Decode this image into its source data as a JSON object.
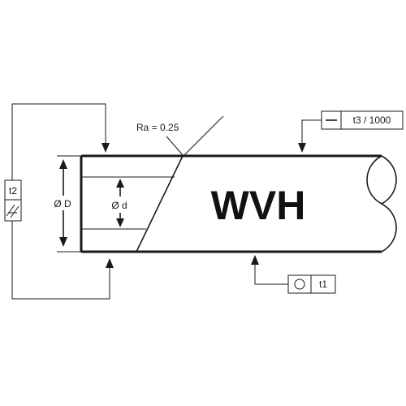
{
  "labels": {
    "roughness": "Ra = 0.25",
    "outer_diameter": "Ø D",
    "inner_diameter": "Ø d",
    "brand": "WVH",
    "straightness_tolerance": "t3 / 1000",
    "roundness_tolerance": "t1",
    "parallelism_tolerance": "t2"
  },
  "colors": {
    "ink": "#1a1a1a",
    "background": "#ffffff"
  },
  "icons": {
    "straightness": "straightness-symbol-icon",
    "roundness": "circularity-symbol-icon",
    "parallelism": "cylindricity-symbol-icon"
  }
}
